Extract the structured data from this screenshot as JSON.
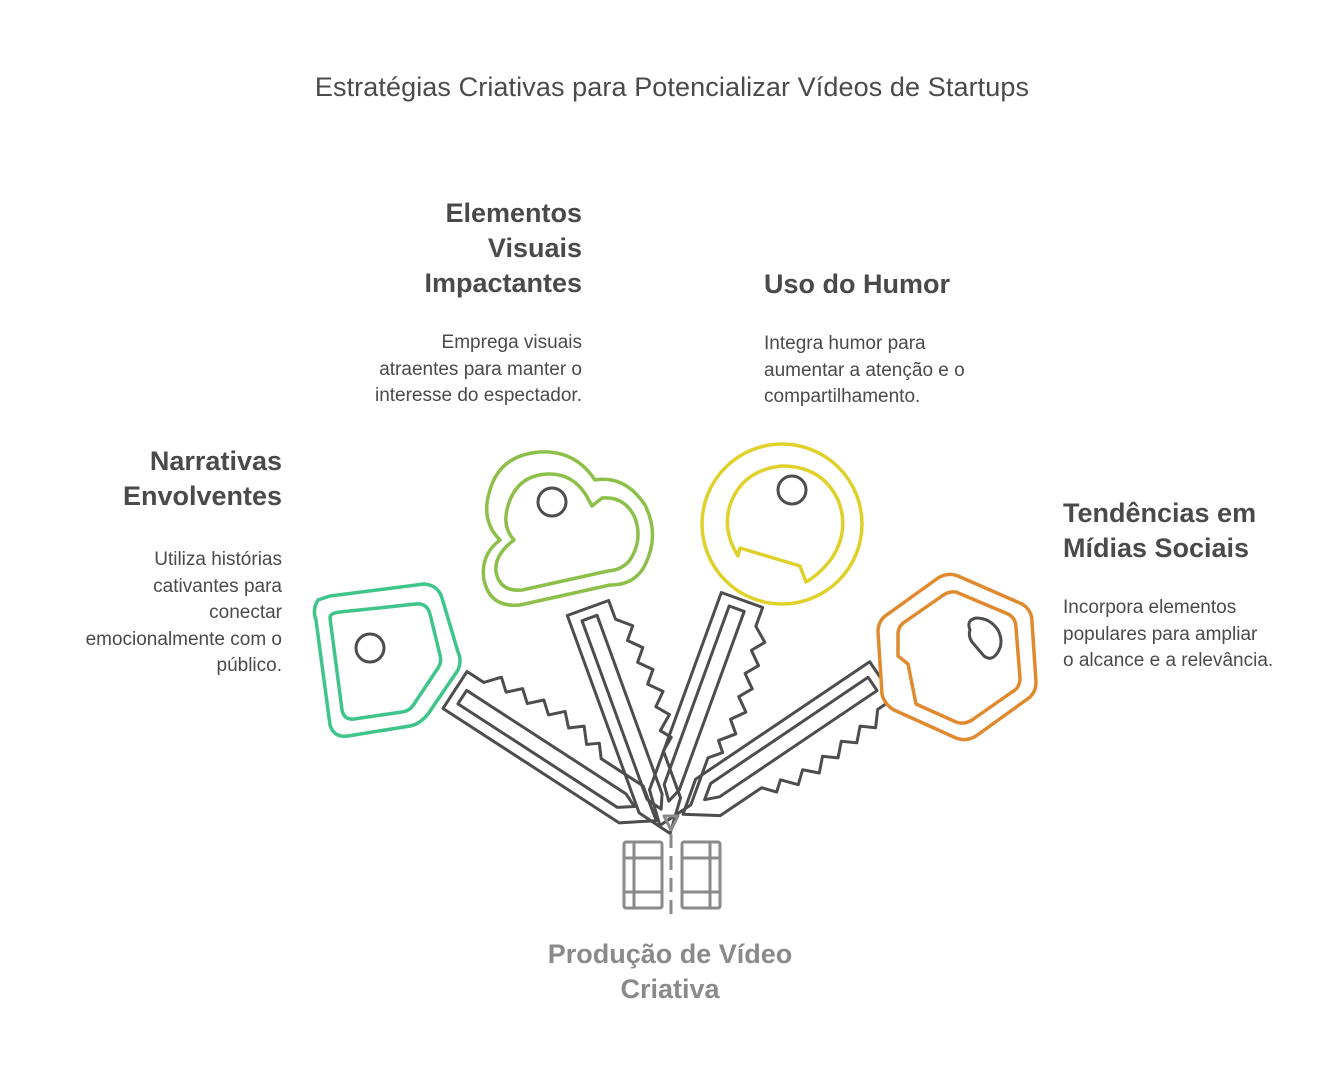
{
  "title": "Estratégias Criativas para Potencializar Vídeos de Startups",
  "center": {
    "label": "Produção de Vídeo Criativa",
    "icon": "film-strip-icon",
    "color": "#8a8a8a"
  },
  "items": [
    {
      "id": "narrativas",
      "heading": "Narrativas Envolventes",
      "heading_lines": [
        "Narrativas",
        "Envolventes"
      ],
      "description_lines": [
        "Utiliza histórias",
        "cativantes para",
        "conectar",
        "emocionalmente com o",
        "público."
      ],
      "color": "#3fc48a",
      "icon": "square-key-icon"
    },
    {
      "id": "elementos",
      "heading": "Elementos Visuais Impactantes",
      "heading_lines": [
        "Elementos",
        "Visuais",
        "Impactantes"
      ],
      "description_lines": [
        "Emprega visuais",
        "atraentes para manter o",
        "interesse do espectador."
      ],
      "color": "#8cc04a",
      "icon": "cloud-key-icon"
    },
    {
      "id": "humor",
      "heading": "Uso do Humor",
      "heading_lines": [
        "Uso do Humor"
      ],
      "description_lines": [
        "Integra humor para",
        "aumentar a atenção e o",
        "compartilhamento."
      ],
      "color": "#e0d02a",
      "icon": "round-key-icon"
    },
    {
      "id": "tendencias",
      "heading": "Tendências em Mídias Sociais",
      "heading_lines": [
        "Tendências em",
        "Mídias Sociais"
      ],
      "description_lines": [
        "Incorpora elementos",
        "populares para ampliar",
        "o alcance e a relevância."
      ],
      "color": "#e08a30",
      "icon": "hexagon-key-icon"
    }
  ]
}
